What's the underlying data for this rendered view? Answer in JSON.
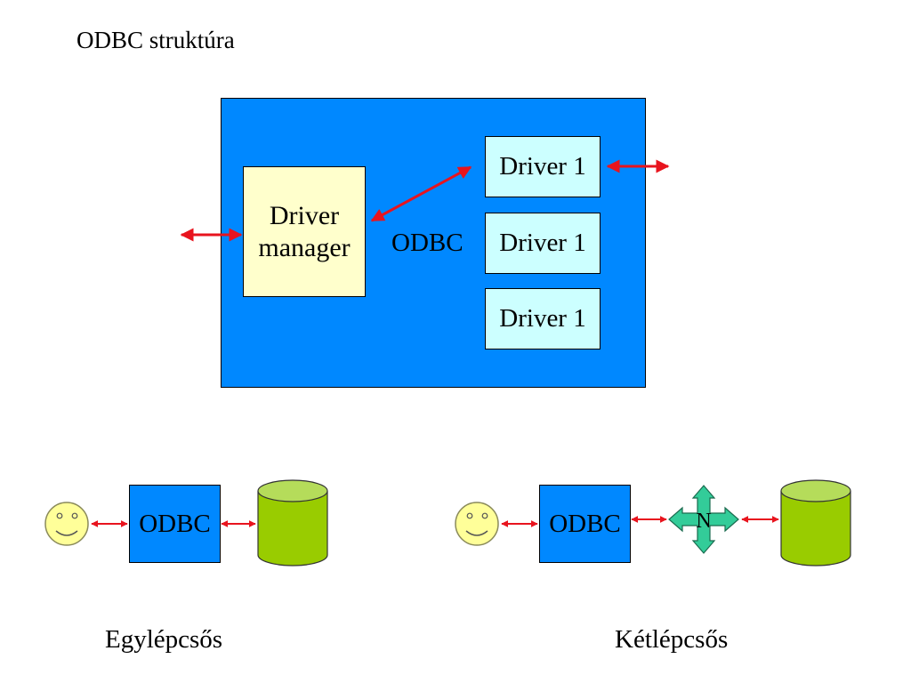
{
  "title": "ODBC struktúra",
  "diagram": {
    "driver_manager": [
      "Driver",
      "manager"
    ],
    "odbc_label": "ODBC",
    "drivers": [
      "Driver 1",
      "Driver 1",
      "Driver 1"
    ]
  },
  "single_tier": {
    "odbc_label": "ODBC",
    "caption": "Egylépcsős"
  },
  "two_tier": {
    "odbc_label": "ODBC",
    "network_label": "N",
    "caption": "Kétlépcsős"
  },
  "colors": {
    "frame_blue": "#0088ff",
    "driver_manager_fill": "#ffffcc",
    "driver_fill": "#ccffff",
    "arrow_red": "#e8141e",
    "database_green": "#99cc00",
    "network_teal": "#33cc99",
    "face_yellow": "#ffff99"
  },
  "icons": [
    "smiley-icon",
    "database-icon",
    "network-icon"
  ]
}
